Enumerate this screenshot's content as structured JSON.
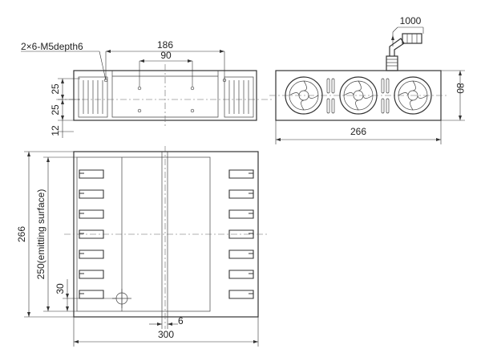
{
  "drawing": {
    "top_view": {
      "dim_width_outer": "186",
      "dim_width_inner": "90",
      "dim_h_25_a": "25",
      "dim_h_25_b": "25",
      "dim_h_12": "12",
      "hole_note": "2×6-M5depth6"
    },
    "side_view": {
      "dim_cable": "1000",
      "dim_height": "80",
      "dim_length": "266"
    },
    "front_view": {
      "dim_length": "266",
      "dim_emitting": "250(emitting surface)",
      "dim_offset": "30",
      "dim_gap": "6",
      "dim_width": "300"
    }
  }
}
